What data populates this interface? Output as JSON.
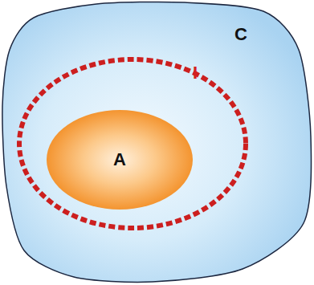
{
  "diagram": {
    "nodes": [
      {
        "text": [
          "C"
        ]
      },
      {
        "text": [
          "I"
        ],
        "in": 0
      },
      {
        "text": [
          "A"
        ],
        "in": 1
      }
    ]
  }
}
